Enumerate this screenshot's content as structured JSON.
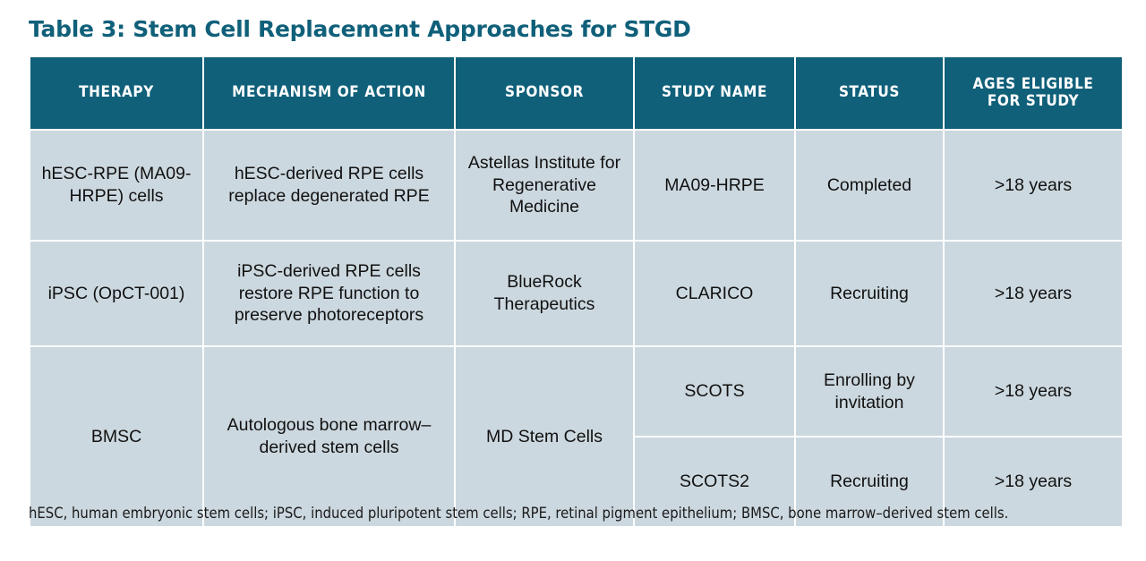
{
  "title": "Table 3: Stem Cell Replacement Approaches for STGD",
  "colors": {
    "header_background": "#10607A",
    "header_text": "#FFFFFF",
    "cell_background": "#CCD8DF",
    "cell_text": "#111111",
    "title_text": "#10607A",
    "grid_line": "#FFFFFF"
  },
  "table": {
    "columns": [
      {
        "key": "therapy",
        "label": "THERAPY"
      },
      {
        "key": "mechanism",
        "label": "MECHANISM OF ACTION"
      },
      {
        "key": "sponsor",
        "label": "SPONSOR"
      },
      {
        "key": "study_name",
        "label": "STUDY NAME"
      },
      {
        "key": "status",
        "label": "STATUS"
      },
      {
        "key": "ages_line1",
        "label": "AGES ELIGIBLE"
      },
      {
        "key": "ages_line2",
        "label": "FOR STUDY"
      }
    ],
    "rows": [
      {
        "therapy": "hESC-RPE (MA09-HRPE) cells",
        "mechanism": "hESC-derived RPE cells replace degenerated RPE",
        "sponsor": "Astellas Institute for Regenerative Medicine",
        "studies": [
          {
            "study_name": "MA09-HRPE",
            "status": "Completed",
            "ages": ">18 years"
          }
        ]
      },
      {
        "therapy": "iPSC (OpCT-001)",
        "mechanism": "iPSC-derived RPE cells restore RPE function to preserve photoreceptors",
        "sponsor": "BlueRock Therapeutics",
        "studies": [
          {
            "study_name": "CLARICO",
            "status": "Recruiting",
            "ages": ">18 years"
          }
        ]
      },
      {
        "therapy": "BMSC",
        "mechanism": "Autologous bone marrow–derived stem cells",
        "sponsor": "MD Stem Cells",
        "studies": [
          {
            "study_name": "SCOTS",
            "status": "Enrolling by invitation",
            "ages": ">18 years"
          },
          {
            "study_name": "SCOTS2",
            "status": "Recruiting",
            "ages": ">18 years"
          }
        ]
      }
    ]
  },
  "footnote": "hESC, human embryonic stem cells;  iPSC, induced pluripotent stem cells; RPE, retinal pigment epithelium; BMSC, bone marrow–derived stem cells."
}
